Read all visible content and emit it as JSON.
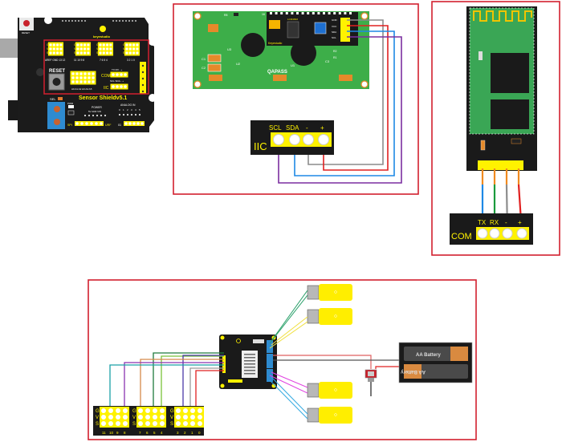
{
  "colors": {
    "frame": "#d2202f",
    "pcb_black": "#1b1b1b",
    "pin_yellow": "#fff200",
    "lcd_green": "#3dae49",
    "bt_green": "#3aa655",
    "terminal_blue": "#2e8bd0",
    "motor_yellow": "#ffee00"
  },
  "shield": {
    "title": "Sensor Shieldv5.1",
    "brand": "keyestudio",
    "reset_label": "RESET",
    "reset_small": "RESET",
    "sel_label": "SEL",
    "pwr_label": "PWR",
    "power_label": "POWER",
    "power_pins": "5V GND VIN",
    "analog_label": "ANALOG IN",
    "analog_pins": [
      "0",
      "1",
      "2",
      "3",
      "4",
      "5"
    ],
    "gvs": [
      "G",
      "V",
      "S"
    ],
    "header_groups": [
      {
        "pins": "AREF GND 13 12"
      },
      {
        "pins": "11 10 9 8"
      },
      {
        "pins": "7 6 5 4"
      },
      {
        "pins": "3 2 1 0"
      }
    ],
    "analog_header": "A0 A1 A2 A3 A4 A5",
    "com_label": "COM",
    "com_pins": "TX RX - +",
    "iic_label": "IIC",
    "iic_pins": "SCL SDA - +",
    "side_header": "IIC/COM",
    "spi_label": "SPI",
    "urf_label": "URF",
    "spi_pins": "+ - 11 10 13 12",
    "bt_pins": "A0 A1",
    "d01_label": "01"
  },
  "lcd": {
    "brand": "QAPASS",
    "adapter_brand": "Keyestudio",
    "adapter_model": "LCM1602",
    "chip": "PCF8574T",
    "pin_16": "16",
    "pins": [
      "GND",
      "VCC",
      "SDA",
      "SCL"
    ],
    "components": [
      "R8",
      "U3",
      "C1",
      "C2",
      "U2",
      "U1",
      "C3",
      "R2",
      "R1"
    ]
  },
  "iic_port": {
    "label": "IIC",
    "pins": [
      "SCL",
      "SDA",
      "-",
      "+"
    ]
  },
  "bluetooth": {
    "port_label": "COM",
    "pins": [
      "TX",
      "RX",
      "-",
      "+"
    ],
    "wire_colors": [
      "#1e88e5",
      "#1a9a3c",
      "#8c8c8c",
      "#e02020"
    ]
  },
  "motor_section": {
    "battery_labels": [
      "AA Battery",
      "AA Battery"
    ],
    "header_groups": [
      {
        "pins": [
          "11",
          "10",
          "9",
          "8"
        ]
      },
      {
        "pins": [
          "7",
          "6",
          "5",
          "4"
        ]
      },
      {
        "pins": [
          "3",
          "2",
          "1",
          "0"
        ]
      }
    ],
    "gvs": [
      "G",
      "V",
      "S"
    ],
    "motor_count": 4
  }
}
